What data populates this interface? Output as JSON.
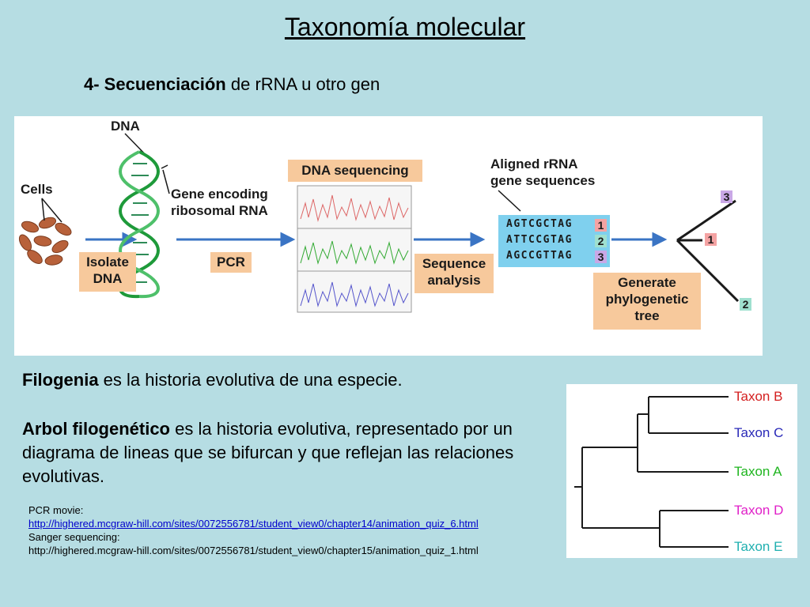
{
  "title": "Taxonomía molecular",
  "subtitle": {
    "bold": "4- Secuenciación",
    "rest": " de rRNA u otro gen"
  },
  "figure": {
    "dna_label": "DNA",
    "cells_label": "Cells",
    "gene_label_1": "Gene encoding",
    "gene_label_2": "ribosomal RNA",
    "isolate_1": "Isolate",
    "isolate_2": "DNA",
    "pcr": "PCR",
    "dna_sequencing": "DNA sequencing",
    "aligned_1": "Aligned rRNA",
    "aligned_2": "gene sequences",
    "sequences": [
      {
        "seq": "AGTCGCTAG",
        "num": "1",
        "color": "#f4a3a3"
      },
      {
        "seq": "ATTCCGTAG",
        "num": "2",
        "color": "#9fe0cf"
      },
      {
        "seq": "AGCCGTTAG",
        "num": "3",
        "color": "#c9a8e6"
      }
    ],
    "sequence_1": "Sequence",
    "sequence_2": "analysis",
    "generate_1": "Generate",
    "generate_2": "phylogenetic",
    "generate_3": "tree",
    "tree_nums": [
      "3",
      "1",
      "2"
    ]
  },
  "filogenia": {
    "bold": "Filogenia",
    "rest": " es la historia evolutiva de una especie."
  },
  "arbol": {
    "bold": "Arbol filogenético",
    "rest": " es la historia evolutiva, representado por un diagrama de lineas que se bifurcan y que reflejan las relaciones evolutivas."
  },
  "refs": {
    "pcr_label": "PCR movie:",
    "pcr_link": "http://highered.mcgraw-hill.com/sites/0072556781/student_view0/chapter14/animation_quiz_6.html",
    "sanger_label": "Sanger sequencing:",
    "sanger_url": "http://highered.mcgraw-hill.com/sites/0072556781/student_view0/chapter15/animation_quiz_1.html"
  },
  "taxa": [
    {
      "name": "Taxon B",
      "color": "#d42020"
    },
    {
      "name": "Taxon C",
      "color": "#2a2ab8"
    },
    {
      "name": "Taxon A",
      "color": "#1fb51f"
    },
    {
      "name": "Taxon D",
      "color": "#e020c8"
    },
    {
      "name": "Taxon E",
      "color": "#20b0b0"
    }
  ]
}
